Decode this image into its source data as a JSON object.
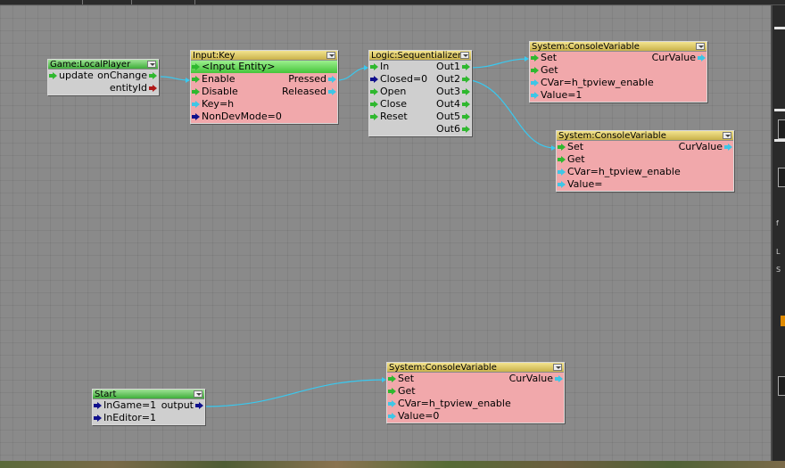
{
  "colors": {
    "port_green": "#2fb82f",
    "port_blue": "#10108c",
    "port_cyan": "#3ec6e6",
    "port_red": "#b01818",
    "wire": "#39c9f0",
    "node_pink": "#f1a8ab",
    "node_gray": "#cfcfcf",
    "header_yellow": "#e7d46c",
    "header_green": "#5cc454",
    "canvas": "#8a8a8a"
  },
  "nodes": {
    "localplayer": {
      "title": "Game:LocalPlayer",
      "in_update": "update",
      "out_onchange": "onChange",
      "out_entityid": "entityId"
    },
    "inputkey": {
      "title": "Input:Key",
      "entity": "<Input Entity>",
      "in_enable": "Enable",
      "in_disable": "Disable",
      "in_key": "Key=h",
      "in_nondev": "NonDevMode=0",
      "out_pressed": "Pressed",
      "out_released": "Released"
    },
    "sequentializer": {
      "title": "Logic:Sequentializer",
      "in_in": "In",
      "in_closed": "Closed=0",
      "in_open": "Open",
      "in_close": "Close",
      "in_reset": "Reset",
      "out1": "Out1",
      "out2": "Out2",
      "out3": "Out3",
      "out4": "Out4",
      "out5": "Out5",
      "out6": "Out6"
    },
    "cvar1": {
      "title": "System:ConsoleVariable",
      "in_set": "Set",
      "in_get": "Get",
      "in_cvar": "CVar=h_tpview_enable",
      "in_value": "Value=1",
      "out_curvalue": "CurValue"
    },
    "cvar2": {
      "title": "System:ConsoleVariable",
      "in_set": "Set",
      "in_get": "Get",
      "in_cvar": "CVar=h_tpview_enable",
      "in_value": "Value=",
      "out_curvalue": "CurValue"
    },
    "cvar3": {
      "title": "System:ConsoleVariable",
      "in_set": "Set",
      "in_get": "Get",
      "in_cvar": "CVar=h_tpview_enable",
      "in_value": "Value=0",
      "out_curvalue": "CurValue"
    },
    "start": {
      "title": "Start",
      "in_ingame": "InGame=1",
      "in_ineditor": "InEditor=1",
      "out_output": "output"
    }
  },
  "side_panel": {
    "letters": [
      "f",
      "L",
      "S"
    ]
  }
}
